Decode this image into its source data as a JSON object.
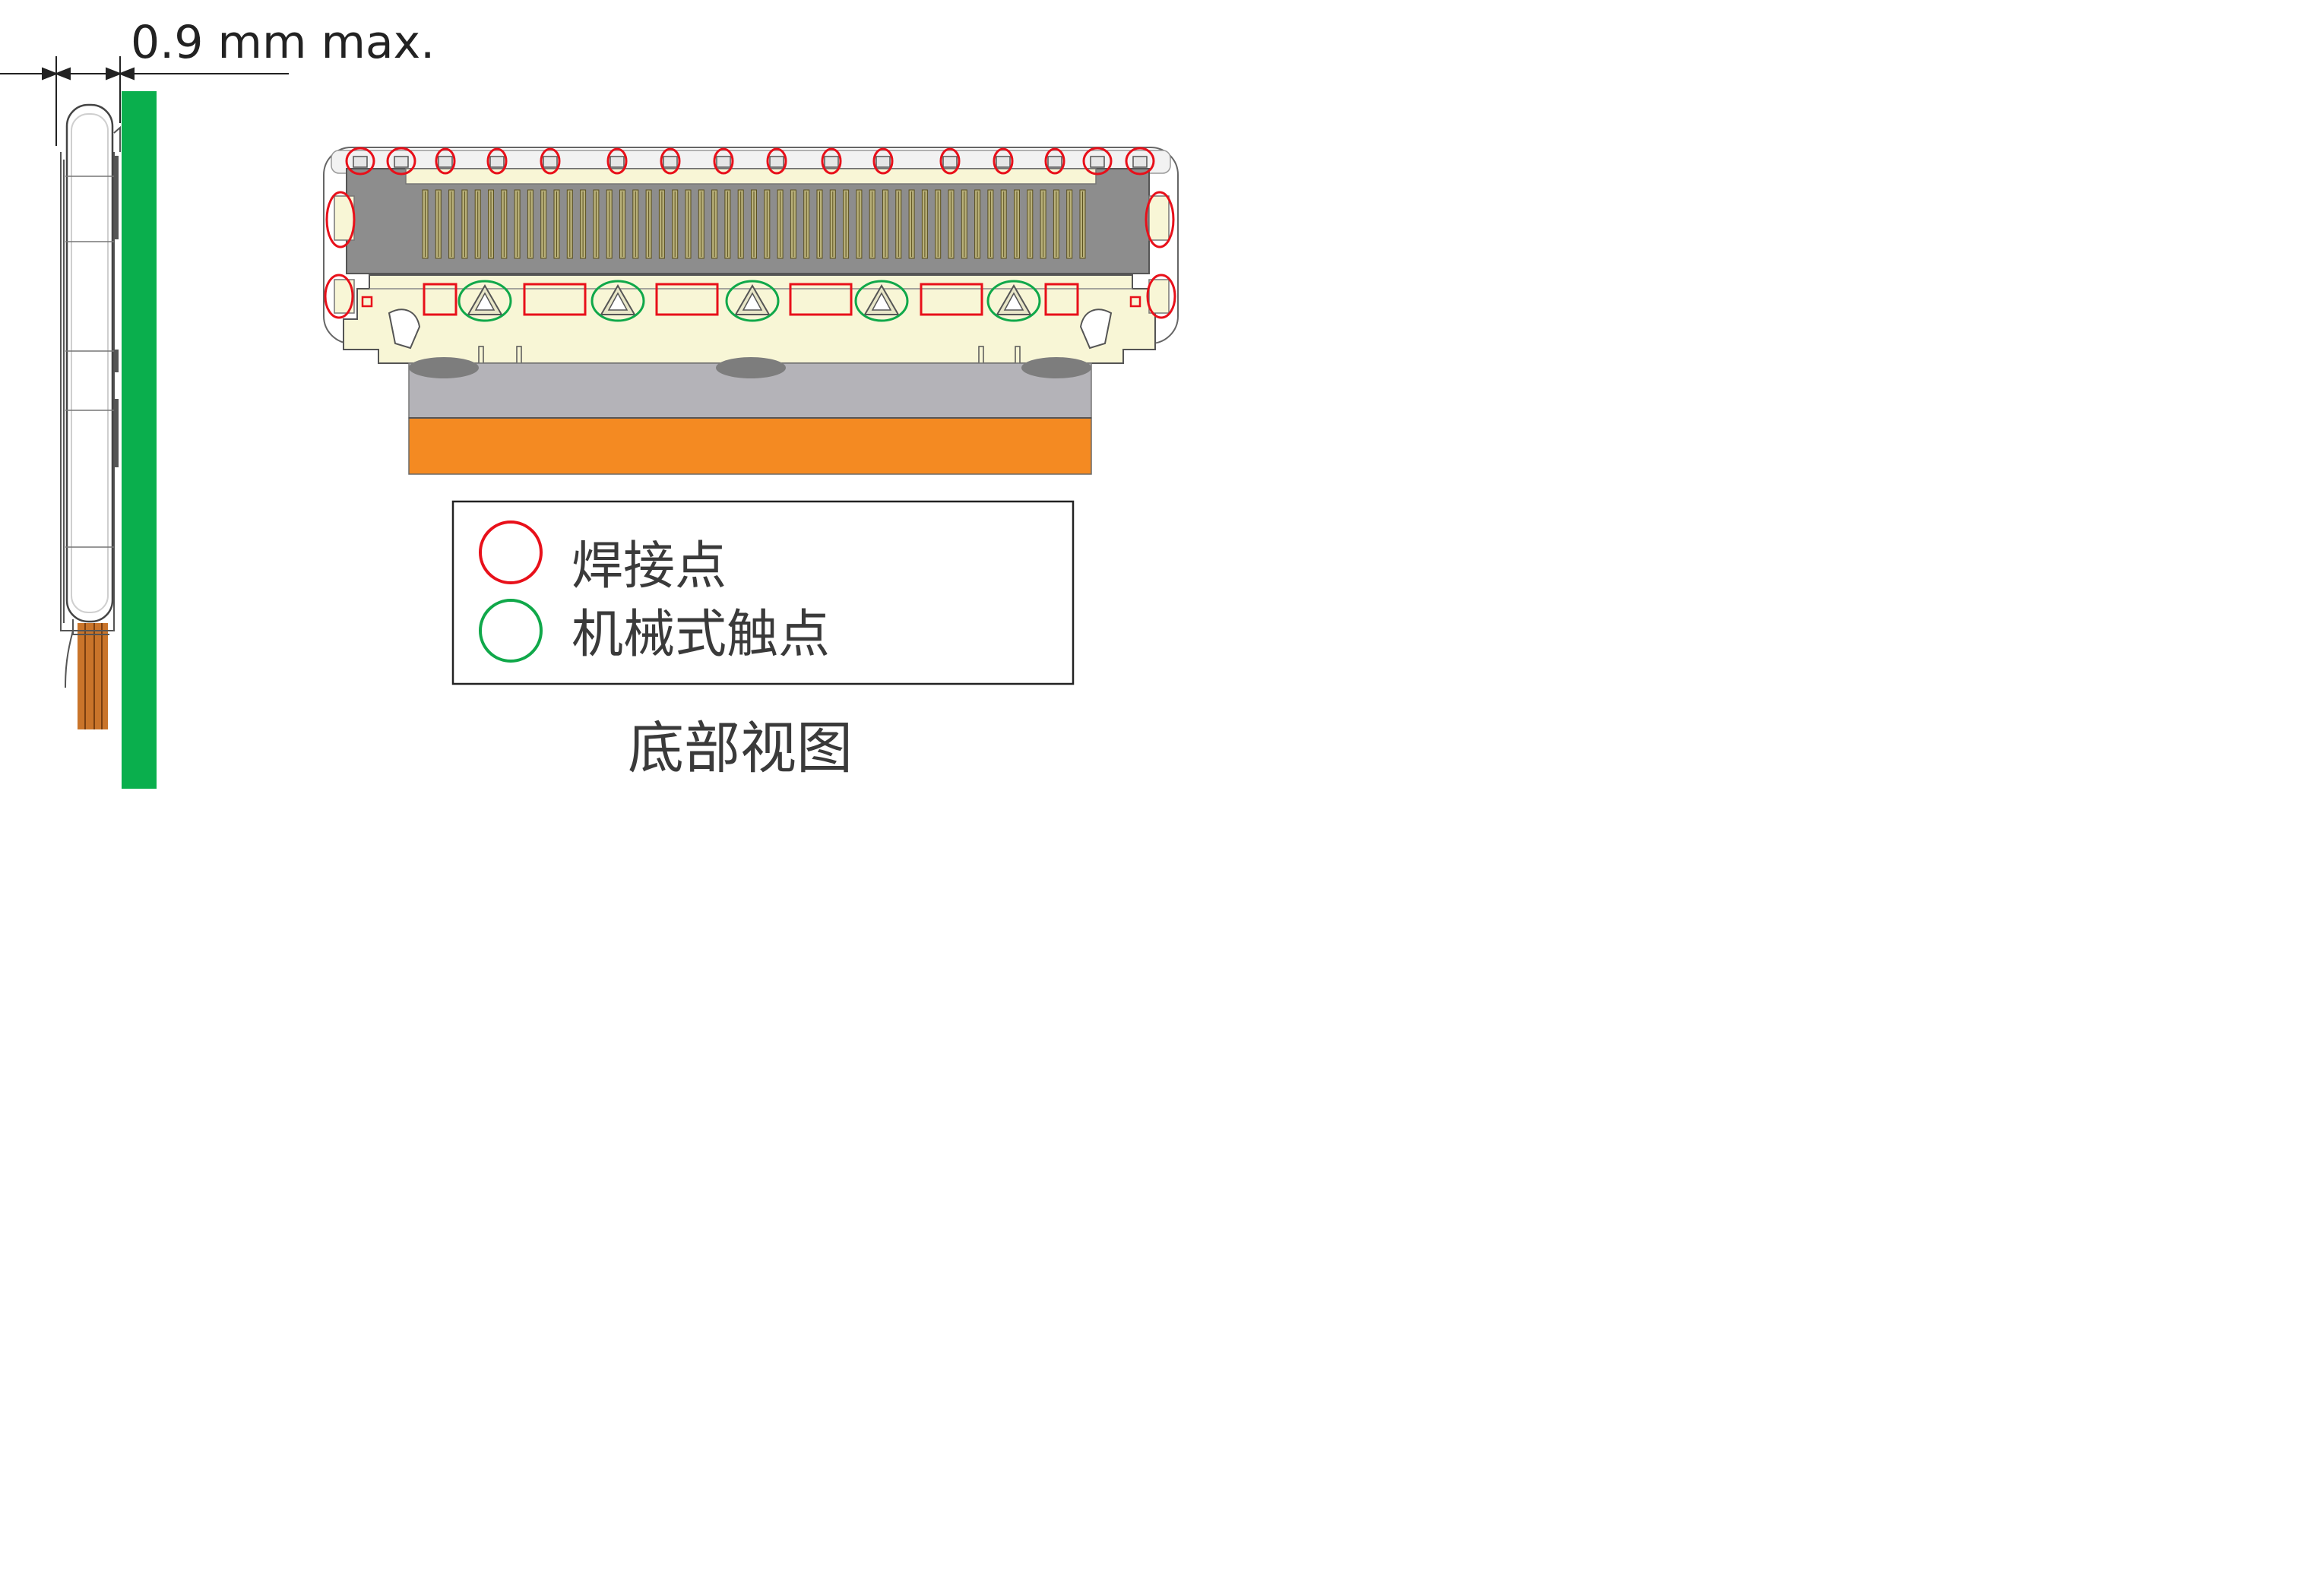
{
  "dimension": {
    "label": "0.9 mm max."
  },
  "legend": {
    "items": [
      {
        "label": "焊接点",
        "marker": "red-circle",
        "color": "#e8101a"
      },
      {
        "label": "机械式触点",
        "marker": "green-circle",
        "color": "#10a84a"
      }
    ]
  },
  "caption": "底部视图",
  "colors": {
    "solder": "#e8101a",
    "mechanical": "#10a84a",
    "pcb": "#0aaf4d",
    "flex_cable": "#f48a22",
    "housing": "#f8f6d6",
    "metal": "#8f8f8f"
  }
}
